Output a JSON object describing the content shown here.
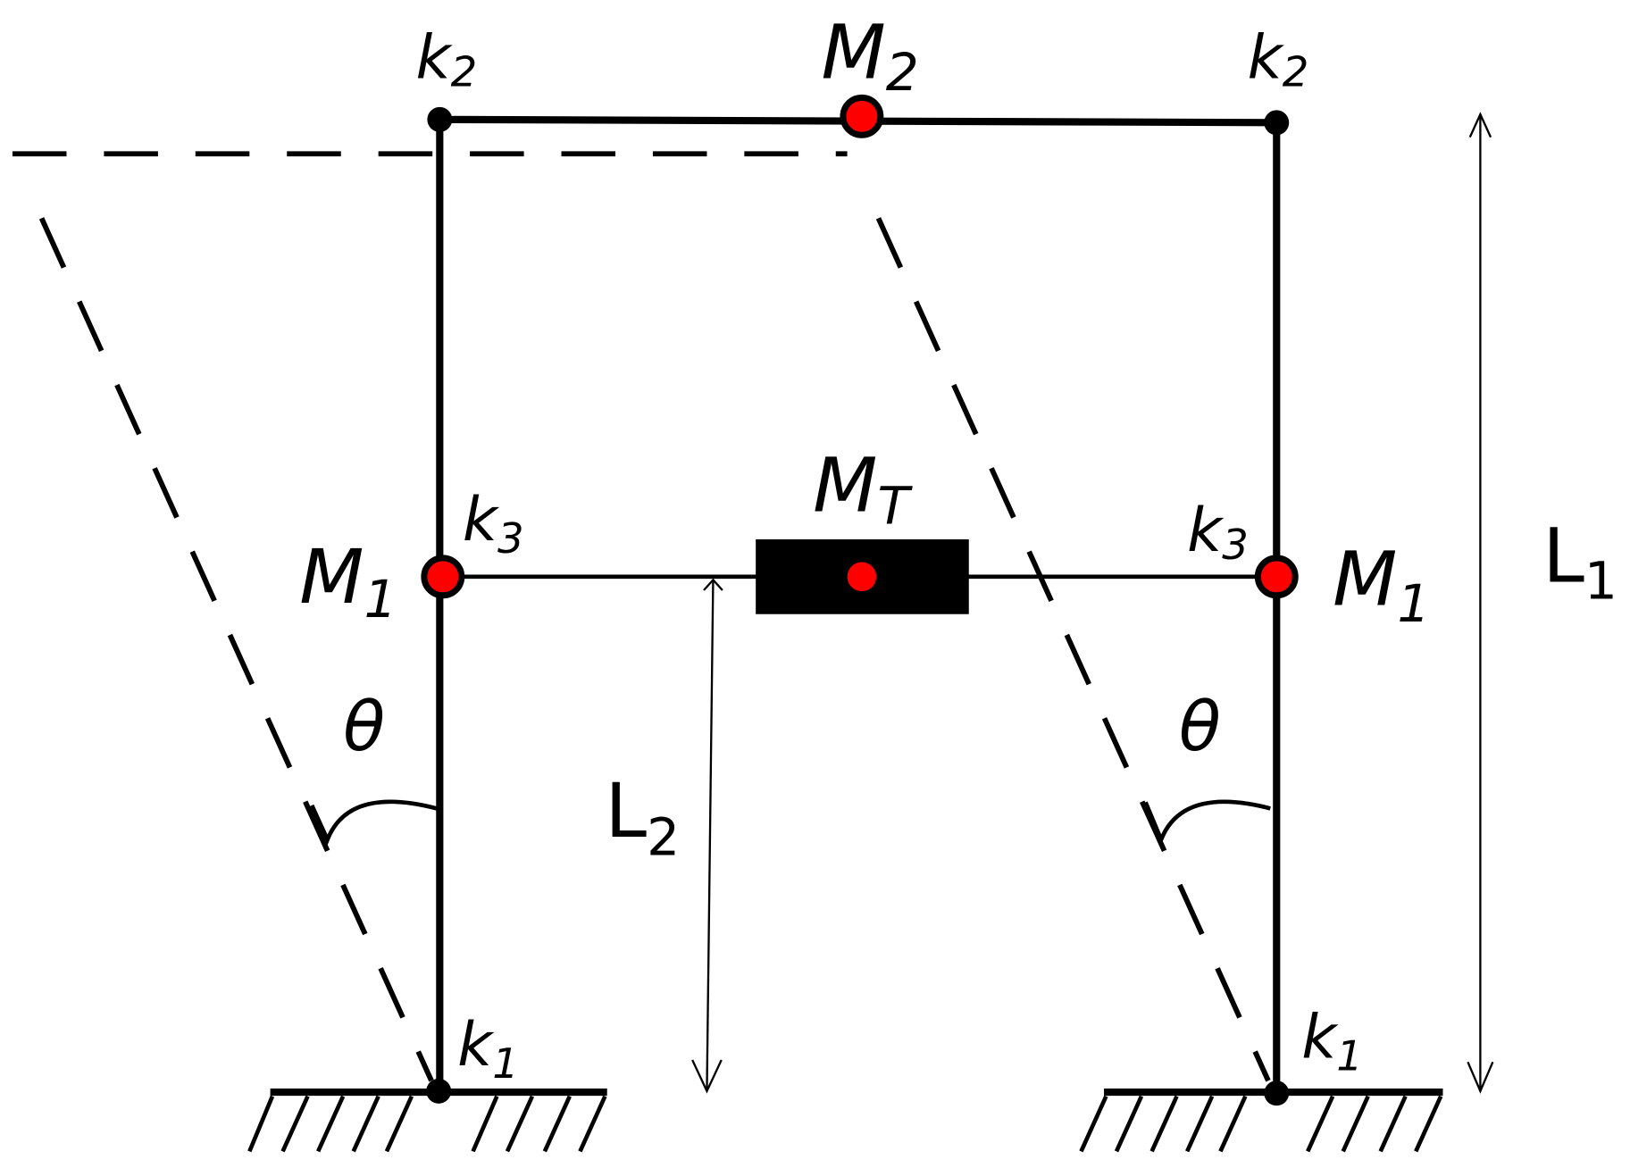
{
  "labels": {
    "k2_left": {
      "base": "k",
      "sub": "2"
    },
    "k2_right": {
      "base": "k",
      "sub": "2"
    },
    "M2": {
      "base": "M",
      "sub": "2"
    },
    "k3_left": {
      "base": "k",
      "sub": "3"
    },
    "k3_right": {
      "base": "k",
      "sub": "3"
    },
    "MT": {
      "base": "M",
      "sub": "T"
    },
    "M1_left": {
      "base": "M",
      "sub": "1"
    },
    "M1_right": {
      "base": "M",
      "sub": "1"
    },
    "theta_left": "θ",
    "theta_right": "θ",
    "k1_left": {
      "base": "k",
      "sub": "1"
    },
    "k1_right": {
      "base": "k",
      "sub": "1"
    },
    "L1": {
      "base": "L",
      "sub": "1"
    },
    "L2": {
      "base": "L",
      "sub": "2"
    }
  },
  "colors": {
    "line": "#000000",
    "mass": "#ff0000"
  }
}
